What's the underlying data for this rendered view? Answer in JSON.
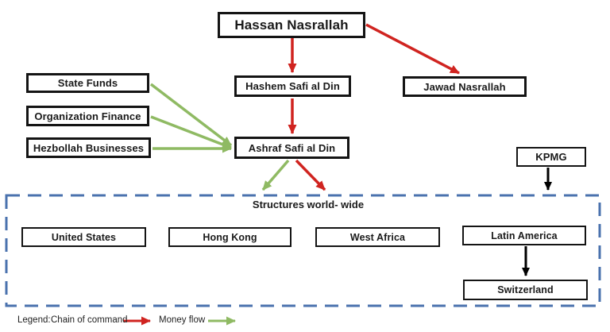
{
  "diagram": {
    "nodes": {
      "hassan": "Hassan Nasrallah",
      "hashem": "Hashem Safi al Din",
      "jawad": "Jawad Nasrallah",
      "state_funds": "State Funds",
      "organization_finance": "Organization Finance",
      "hezbollah_businesses": "Hezbollah Businesses",
      "ashraf": "Ashraf Safi al Din",
      "kpmg": "KPMG",
      "united_states": "United States",
      "hong_kong": "Hong Kong",
      "west_africa": "West Africa",
      "latin_america": "Latin America",
      "switzerland": "Switzerland"
    },
    "group_title": "Structures world- wide"
  },
  "legend": {
    "label": "Legend:",
    "chain_of_command_label": "Chain of command",
    "money_flow_label": "Money flow"
  },
  "colors": {
    "chain_red": "#d02420",
    "money_green": "#8fba63",
    "structure_blue": "#4a72ae",
    "arrow_black": "#000000"
  }
}
